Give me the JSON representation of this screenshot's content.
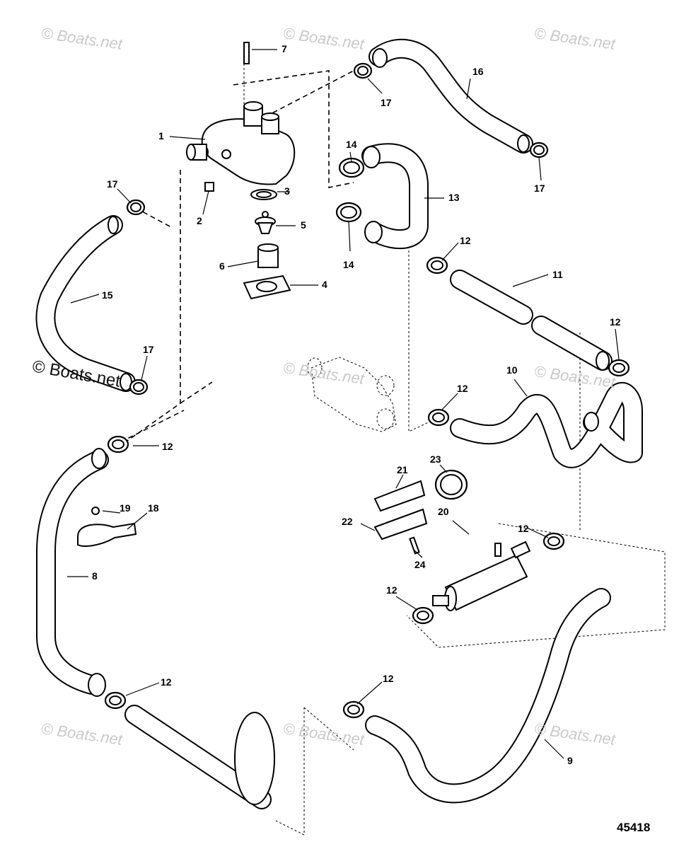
{
  "watermark": "© Boats.net",
  "figure_number": "45418",
  "callouts": [
    {
      "id": "1",
      "text": "1"
    },
    {
      "id": "2",
      "text": "2"
    },
    {
      "id": "3",
      "text": "3"
    },
    {
      "id": "4",
      "text": "4"
    },
    {
      "id": "5",
      "text": "5"
    },
    {
      "id": "6",
      "text": "6"
    },
    {
      "id": "7",
      "text": "7"
    },
    {
      "id": "8",
      "text": "8"
    },
    {
      "id": "9",
      "text": "9"
    },
    {
      "id": "10",
      "text": "10"
    },
    {
      "id": "11",
      "text": "11"
    },
    {
      "id": "12",
      "text": "12"
    },
    {
      "id": "13",
      "text": "13"
    },
    {
      "id": "14",
      "text": "14"
    },
    {
      "id": "15",
      "text": "15"
    },
    {
      "id": "16",
      "text": "16"
    },
    {
      "id": "17",
      "text": "17"
    },
    {
      "id": "18",
      "text": "18"
    },
    {
      "id": "19",
      "text": "19"
    },
    {
      "id": "20",
      "text": "20"
    },
    {
      "id": "21",
      "text": "21"
    },
    {
      "id": "22",
      "text": "22"
    },
    {
      "id": "23",
      "text": "23"
    },
    {
      "id": "24",
      "text": "24"
    }
  ]
}
